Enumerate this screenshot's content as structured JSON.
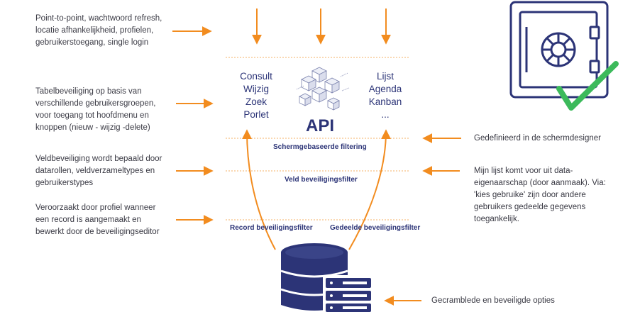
{
  "left_notes": {
    "auth": [
      "Point-to-point, wachtwoord refresh,",
      "locatie afhankelijkheid, profielen,",
      "gebruikerstoegang, single login"
    ],
    "table": [
      "Tabelbeveiliging op basis van",
      "verschillende gebruikersgroepen,",
      "voor toegang tot hoofdmenu en",
      "knoppen (nieuw - wijzig -delete)"
    ],
    "field": [
      "Veldbeveiliging wordt bepaald door",
      "datarollen, veldverzameltypes en",
      "gebruikerstypes"
    ],
    "record": [
      "Veroorzaakt door profiel wanneer",
      "een record is aangemaakt en",
      "bewerkt door de beveiligingseditor"
    ]
  },
  "right_notes": {
    "designer": "Gedefinieerd in de schermdesigner",
    "ownership": [
      "Mijn lijst komt voor uit data-",
      "eigenaarschap (door aanmaak). Via:",
      "'kies gebruike' zijn door andere",
      "gebruikers gedeelde gegevens",
      "toegankelijk."
    ],
    "encrypted": "Gecramblede en beveiligde opties"
  },
  "api": {
    "left_items": [
      "Consult",
      "Wijzig",
      "Zoek",
      "Porlet"
    ],
    "right_items": [
      "Lijst",
      "Agenda",
      "Kanban",
      "..."
    ],
    "label": "API"
  },
  "filters": {
    "screen": "Schermgebaseerde filtering",
    "field": "Veld beveiligingsfilter",
    "record": "Record beveiligingsfilter",
    "shared": "Gedeelde beveiligingsfilter"
  },
  "colors": {
    "navy": "#2c3477",
    "orange": "#f28c1f",
    "green": "#3cba5b",
    "text": "#3a3a44"
  }
}
